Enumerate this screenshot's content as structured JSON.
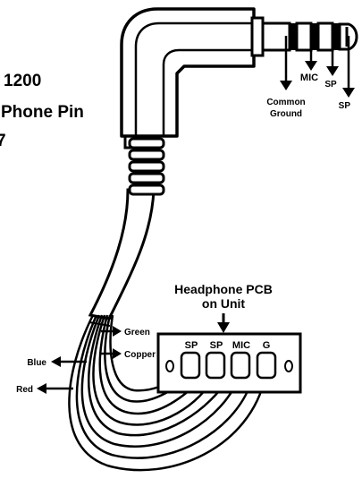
{
  "title_fragments": {
    "line1": "1200",
    "line2": "Phone Pin",
    "line3": "7"
  },
  "jack_labels": {
    "mic": "MIC",
    "sp_small": "SP",
    "common_ground_line1": "Common",
    "common_ground_line2": "Ground",
    "sp_right": "SP"
  },
  "pcb": {
    "title_line1": "Headphone PCB",
    "title_line2": "on Unit",
    "pins": [
      "SP",
      "SP",
      "MIC",
      "G"
    ]
  },
  "wires": {
    "green": "Green",
    "copper": "Copper",
    "blue": "Blue",
    "red": "Red"
  }
}
